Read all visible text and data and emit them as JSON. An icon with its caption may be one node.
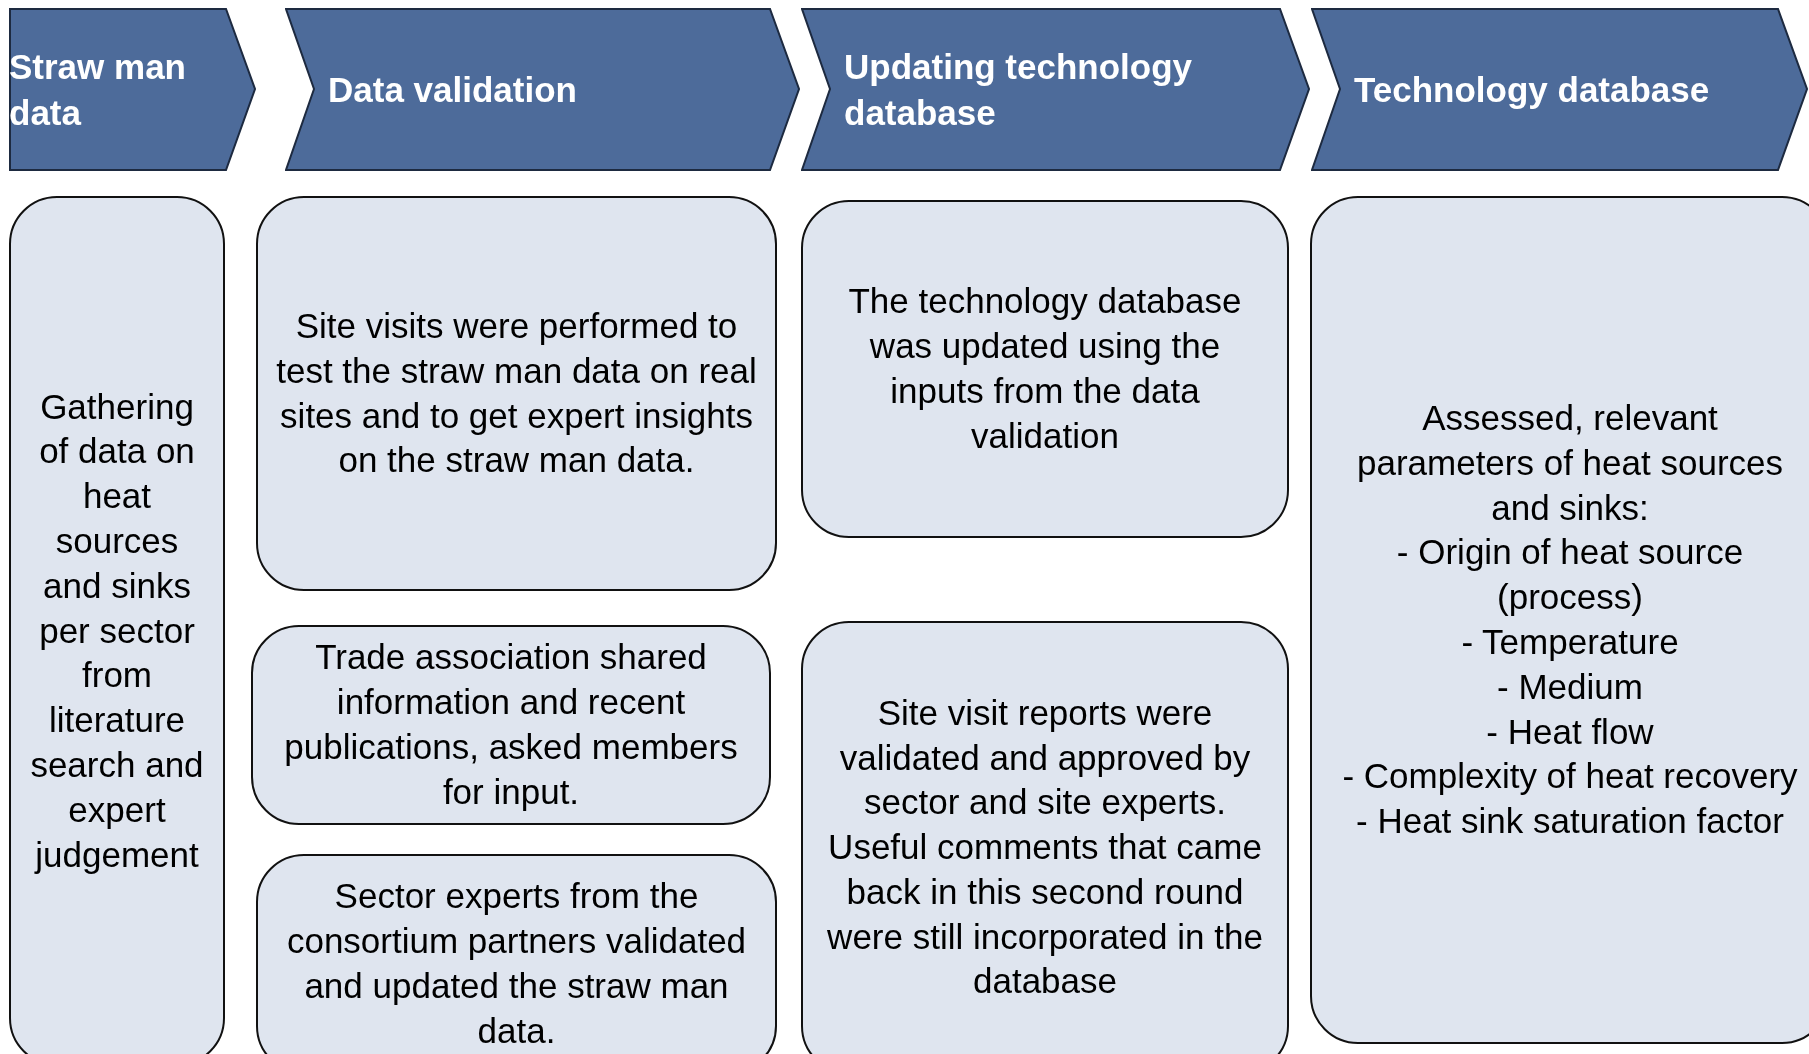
{
  "diagram": {
    "nodes": [
      {
        "text": [
          "Straw man data"
        ]
      },
      {
        "text": [
          "Data validation"
        ]
      },
      {
        "text": [
          "Updating technology database"
        ]
      },
      {
        "text": [
          "Technology database"
        ]
      },
      {
        "text": [
          "Gathering of data on heat sources and sinks per sector from literature search and expert judgement"
        ]
      },
      {
        "text": [
          "Site visits were performed to test the straw man data on real sites and to get expert insights on the straw man data."
        ]
      },
      {
        "text": [
          "Trade association shared information and recent publications, asked members for input."
        ]
      },
      {
        "text": [
          "Sector experts from the consortium partners validated and updated the straw man data."
        ]
      },
      {
        "text": [
          "The technology database was updated using the inputs from the data validation"
        ]
      },
      {
        "text": [
          "Site visit reports were validated and approved by sector and site experts. Useful comments that came back in this second round were still incorporated in the database"
        ]
      },
      {
        "text": [
          "Assessed, relevant parameters of heat sources and sinks:",
          "- Origin of heat source (process)",
          "- Temperature",
          "- Medium",
          "- Heat flow",
          "- Complexity of heat recovery",
          "- Heat sink saturation factor"
        ]
      }
    ],
    "edges": []
  }
}
